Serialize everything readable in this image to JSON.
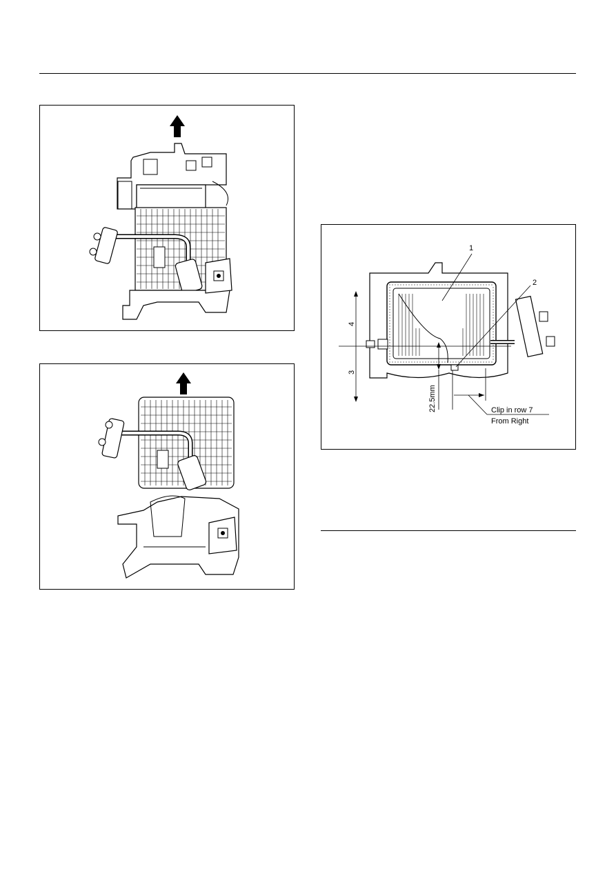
{
  "figure_top": {
    "caption": ""
  },
  "figure_bottom": {
    "caption": ""
  },
  "figure_right": {
    "callout_1": "1",
    "callout_2": "2",
    "dim_4": "4",
    "dim_3": "3",
    "dim_mm": "22.5mm",
    "note_line1": "Clip in row 7",
    "note_line2": "From Right"
  }
}
